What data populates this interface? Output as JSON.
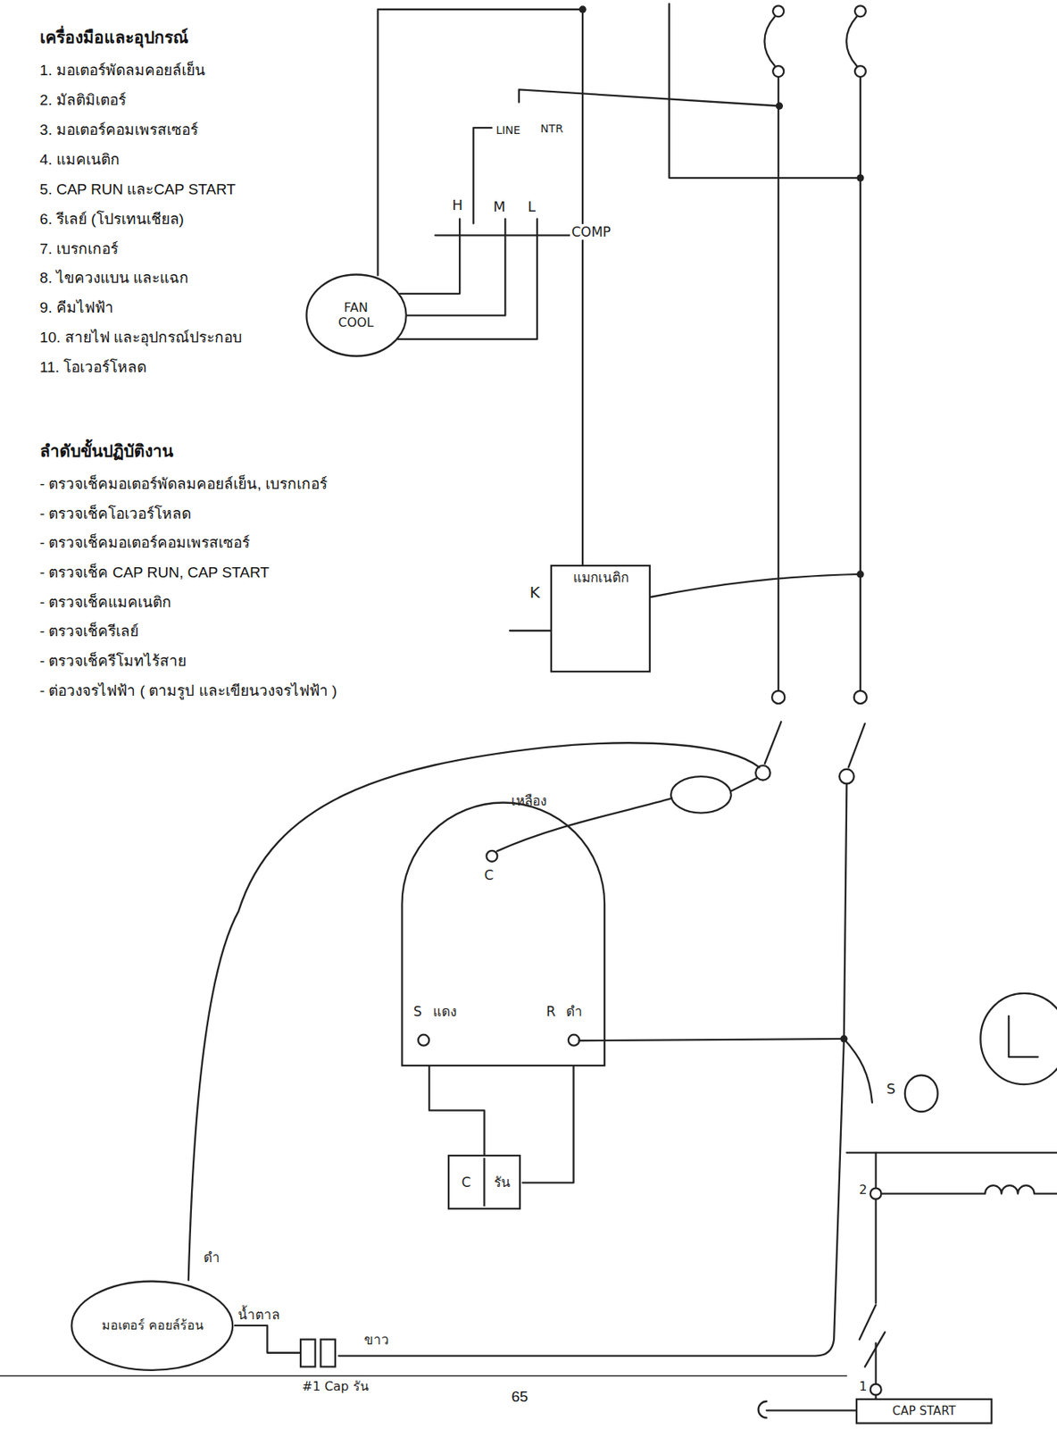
{
  "diagram": {
    "nodes": [
      {
        "text": [
          "FAN COOL"
        ]
      },
      {
        "text": [
          "แมกเนติก"
        ]
      },
      {
        "text": [
          "C",
          "S",
          "แดง",
          "R",
          "ดำ"
        ]
      },
      {
        "text": [
          "C",
          "รัน"
        ]
      },
      {
        "text": [
          "มอเตอร์ คอยล์ร้อน"
        ]
      },
      {
        "text": [
          "#1 Cap รัน"
        ]
      },
      {
        "text": [
          "CAP START"
        ]
      }
    ],
    "edges": [
      {
        "from": 2,
        "to": 3,
        "arrow": "none"
      },
      {
        "from": 4,
        "to": 5,
        "arrow": "none",
        "label": "น้ำตาล"
      }
    ],
    "labels": [
      "เครื่องมือและอุปกรณ์",
      "1. มอเตอร์พัดลมคอยล์เย็น",
      "2. มัลติมิเตอร์",
      "3. มอเตอร์คอมเพรสเซอร์",
      "4. แมคเนติก",
      "5. CAP RUN และCAP START",
      "6. รีเลย์ (โปรเทนเชียล)",
      "7. เบรกเกอร์",
      "8. ไขควงแบน และแฉก",
      "9. คีมไฟฟ้า",
      "10. สายไฟ และอุปกรณ์ประกอบ",
      "11. โอเวอร์โหลด",
      "ลำดับขั้นปฏิบัติงาน",
      "- ตรวจเช็คมอเตอร์พัดลมคอยล์เย็น, เบรกเกอร์",
      "- ตรวจเช็คโอเวอร์โหลด",
      "- ตรวจเช็คมอเตอร์คอมเพรสเซอร์",
      "- ตรวจเช็ค CAP RUN, CAP START",
      "- ตรวจเช็คแมคเนติก",
      "- ตรวจเช็ครีเลย์",
      "- ตรวจเช็ครีโมทไร้สาย",
      "- ต่อวงจรไฟฟ้า ( ตามรูป และเขียนวงจรไฟฟ้า )",
      "LINE",
      "NTR",
      "H",
      "M",
      "L",
      "COMP",
      "K",
      "เหลือง",
      "ดำ",
      "ขาว",
      "S",
      "2",
      "1",
      "65"
    ]
  }
}
